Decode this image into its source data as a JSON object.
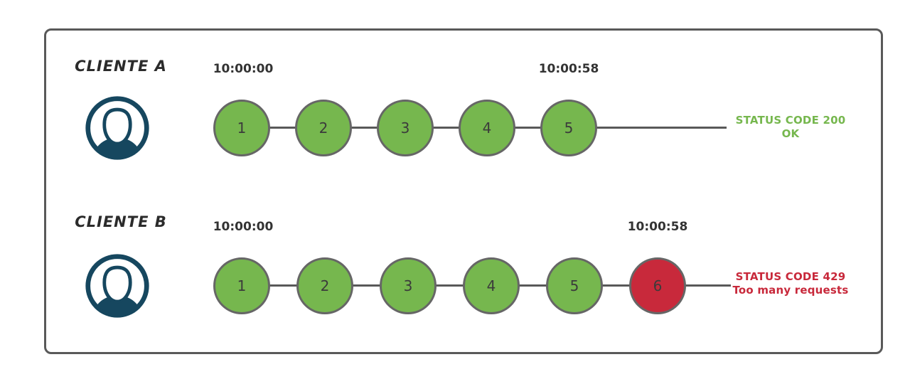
{
  "colors": {
    "success_green": "#76b74e",
    "error_red": "#c8293b",
    "circle_stroke": "#666666",
    "timeline_gray": "#595959",
    "frame_border": "#595959",
    "timestamp_text": "#333333",
    "client_label_text": "#2b2b2b",
    "avatar_blue": "#16475f"
  },
  "rows": [
    {
      "client_label": "CLIENTE A",
      "avatar_icon": "user-avatar",
      "start_time": "10:00:00",
      "end_time": "10:00:58",
      "requests": [
        "1",
        "2",
        "3",
        "4",
        "5"
      ],
      "request_statuses": [
        "success",
        "success",
        "success",
        "success",
        "success"
      ],
      "status_code": "STATUS CODE 200",
      "status_message": "OK"
    },
    {
      "client_label": "CLIENTE B",
      "avatar_icon": "user-avatar",
      "start_time": "10:00:00",
      "end_time": "10:00:58",
      "requests": [
        "1",
        "2",
        "3",
        "4",
        "5",
        "6"
      ],
      "request_statuses": [
        "success",
        "success",
        "success",
        "success",
        "success",
        "error"
      ],
      "status_code": "STATUS CODE 429",
      "status_message": "Too many requests"
    }
  ]
}
